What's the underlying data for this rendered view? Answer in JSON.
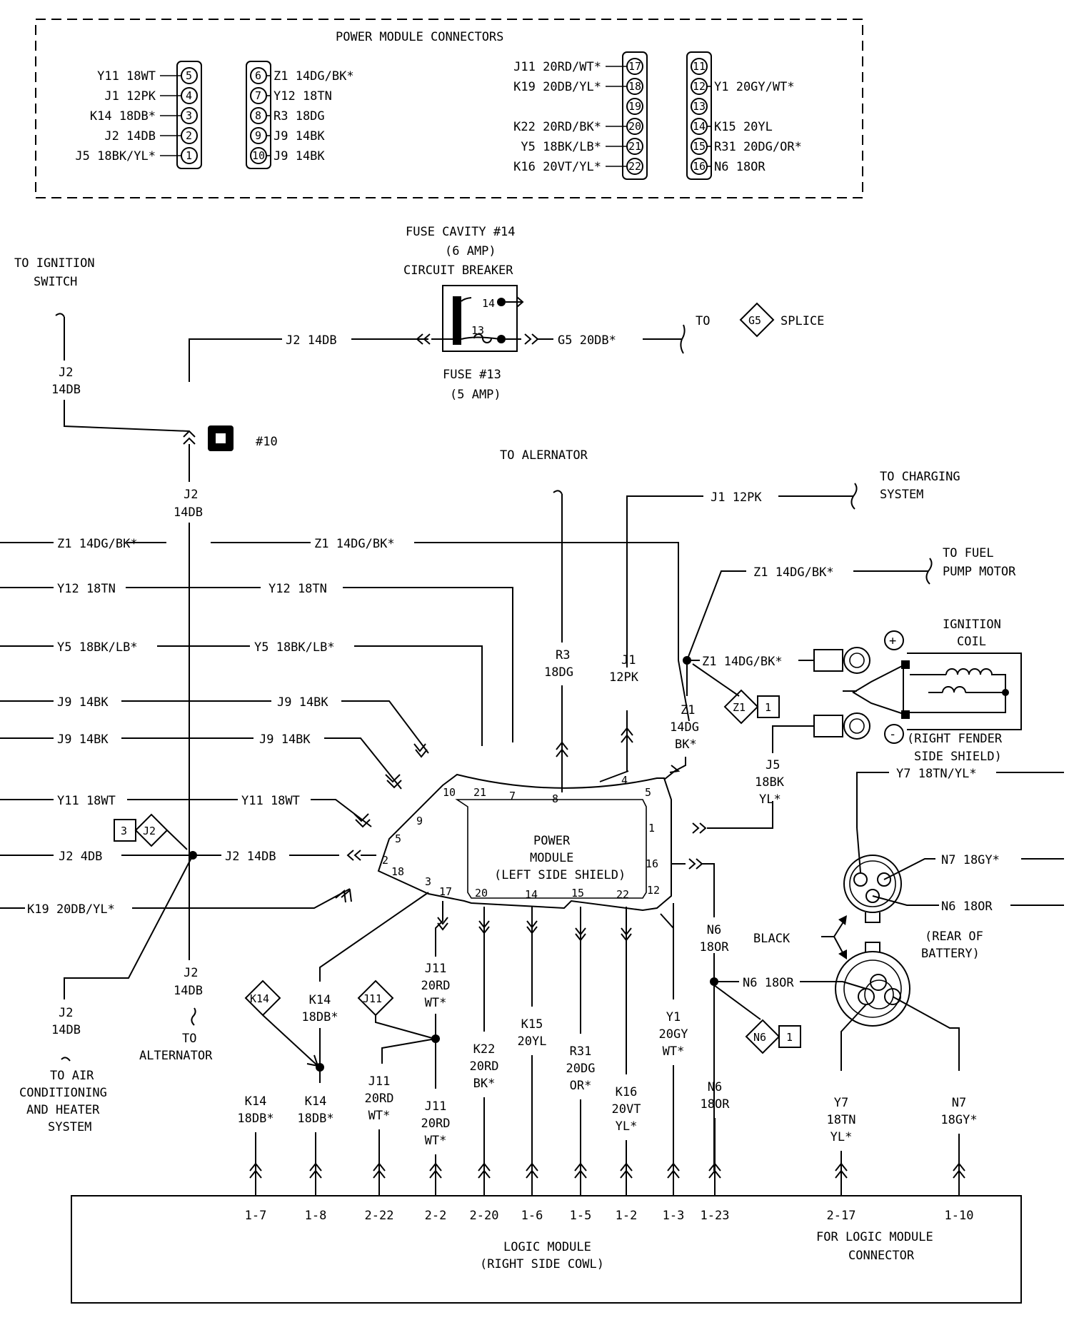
{
  "connectors_box": {
    "title": "POWER MODULE CONNECTORS",
    "conn_a": [
      {
        "pin": "5",
        "wire": "Y11 18WT"
      },
      {
        "pin": "4",
        "wire": "J1 12PK"
      },
      {
        "pin": "3",
        "wire": "K14 18DB*"
      },
      {
        "pin": "2",
        "wire": "J2 14DB"
      },
      {
        "pin": "1",
        "wire": "J5 18BK/YL*"
      }
    ],
    "conn_b": [
      {
        "pin": "6",
        "wire": "Z1 14DG/BK*"
      },
      {
        "pin": "7",
        "wire": "Y12 18TN"
      },
      {
        "pin": "8",
        "wire": "R3 18DG"
      },
      {
        "pin": "9",
        "wire": "J9 14BK"
      },
      {
        "pin": "10",
        "wire": "J9 14BK"
      }
    ],
    "conn_c": [
      {
        "pin": "17",
        "wire": "J11 20RD/WT*"
      },
      {
        "pin": "18",
        "wire": "K19 20DB/YL*"
      },
      {
        "pin": "19",
        "wire": ""
      },
      {
        "pin": "20",
        "wire": "K22 20RD/BK*"
      },
      {
        "pin": "21",
        "wire": "Y5 18BK/LB*"
      },
      {
        "pin": "22",
        "wire": "K16 20VT/YL*"
      }
    ],
    "conn_d": [
      {
        "pin": "11",
        "wire": ""
      },
      {
        "pin": "12",
        "wire": "Y1 20GY/WT*"
      },
      {
        "pin": "13",
        "wire": ""
      },
      {
        "pin": "14",
        "wire": "K15 20YL"
      },
      {
        "pin": "15",
        "wire": "R31 20DG/OR*"
      },
      {
        "pin": "16",
        "wire": "N6 18OR"
      }
    ]
  },
  "fuse": {
    "cavity_l1": "FUSE CAVITY #14",
    "cavity_l2": "(6 AMP)",
    "cavity_l3": "CIRCUIT BREAKER",
    "pin14": "14",
    "pin13": "13",
    "fuse_l1": "FUSE #13",
    "fuse_l2": "(5 AMP)",
    "out_wire": "G5 20DB*",
    "to": "TO",
    "splice_id": "G5",
    "splice": "SPLICE"
  },
  "labels": {
    "to_ign_1": "TO IGNITION",
    "to_ign_2": "SWITCH",
    "j2": "J2",
    "db14": "14DB",
    "j2_14db": "J2 14DB",
    "j2_40db": "J2  4DB",
    "ground_id": "#10",
    "to_alernator": "TO ALERNATOR",
    "to_charging_1": "TO CHARGING",
    "to_charging_2": "SYSTEM",
    "to_fuel_1": "TO FUEL",
    "to_fuel_2": "PUMP MOTOR",
    "ign_coil_1": "IGNITION",
    "ign_coil_2": "COIL",
    "ign_note_1": "(RIGHT FENDER",
    "ign_note_2": "SIDE SHIELD)",
    "to": "TO",
    "alternator": "ALTERNATOR",
    "to_air_1": "TO AIR",
    "to_air_2": "CONDITIONING",
    "to_air_3": "AND HEATER",
    "to_air_4": "SYSTEM",
    "black": "BLACK",
    "rear_batt_1": "(REAR OF",
    "rear_batt_2": "BATTERY)",
    "pm_1": "POWER",
    "pm_2": "MODULE",
    "pm_3": "(LEFT SIDE SHIELD)",
    "lm_1": "LOGIC MODULE",
    "lm_2": "(RIGHT SIDE COWL)",
    "lm_conn_1": "FOR LOGIC MODULE",
    "lm_conn_2": "CONNECTOR",
    "plus": "+",
    "minus": "-"
  },
  "left_wires": {
    "z1": "Z1 14DG/BK*",
    "y12": "Y12 18TN",
    "y5": "Y5 18BK/LB*",
    "j9": "J9 14BK",
    "y11": "Y11 18WT",
    "k19": "K19 20DB/YL*"
  },
  "mid_wires": {
    "j1": "J1 12PK",
    "z1_fuel": "Z1 14DG/BK*",
    "z1_coil": "Z1 14DG/BK*",
    "r3_1": "R3",
    "r3_2": "18DG",
    "j1_1": "J1",
    "j1_2": "12PK",
    "z1_1": "Z1",
    "z1_2": "14DG",
    "z1_3": "BK*",
    "j5_1": "J5",
    "j5_2": "18BK",
    "j5_3": "YL*",
    "y7": "Y7 18TN/YL*",
    "n7": "N7 18GY*",
    "n6": "N6 18OR"
  },
  "splices": {
    "z1": "Z1",
    "z1_n": "1",
    "j2": "J2",
    "j2_n": "3",
    "k14": "K14",
    "j11": "J11",
    "n6": "N6",
    "n6_n": "1"
  },
  "pm_pins": [
    "10",
    "21",
    "7",
    "8",
    "4",
    "5",
    "1",
    "9",
    "5",
    "2",
    "18",
    "3",
    "17",
    "20",
    "14",
    "15",
    "22",
    "12",
    "16"
  ],
  "bottom_wires": [
    {
      "l1": "K14",
      "l2": "18DB*",
      "term": "1-7"
    },
    {
      "l1": "K14",
      "l2": "18DB*",
      "term": "1-8"
    },
    {
      "l1": "J11",
      "l2": "20RD",
      "l3": "WT*",
      "term": "2-22"
    },
    {
      "l1": "J11",
      "l2": "20RD",
      "l3": "WT*",
      "term": "2-2"
    },
    {
      "l1": "K22",
      "l2": "20RD",
      "l3": "BK*",
      "term": "2-20"
    },
    {
      "l1": "K15",
      "l2": "20YL",
      "term": "1-6"
    },
    {
      "l1": "R31",
      "l2": "20DG",
      "l3": "OR*",
      "term": "1-5"
    },
    {
      "l1": "K16",
      "l2": "20VT",
      "l3": "YL*",
      "term": "1-2"
    },
    {
      "l1": "Y1",
      "l2": "20GY",
      "l3": "WT*",
      "term": "1-3"
    },
    {
      "l1": "N6",
      "l2": "18OR",
      "term": "1-23"
    },
    {
      "l1": "Y7",
      "l2": "18TN",
      "l3": "YL*",
      "term": "2-17"
    },
    {
      "l1": "N7",
      "l2": "18GY*",
      "term": "1-10"
    }
  ],
  "upper_wires": {
    "j11": {
      "l1": "J11",
      "l2": "20RD",
      "l3": "WT*"
    },
    "k14": {
      "l1": "K14",
      "l2": "18DB*"
    },
    "n6": {
      "l1": "N6",
      "l2": "18OR"
    }
  }
}
